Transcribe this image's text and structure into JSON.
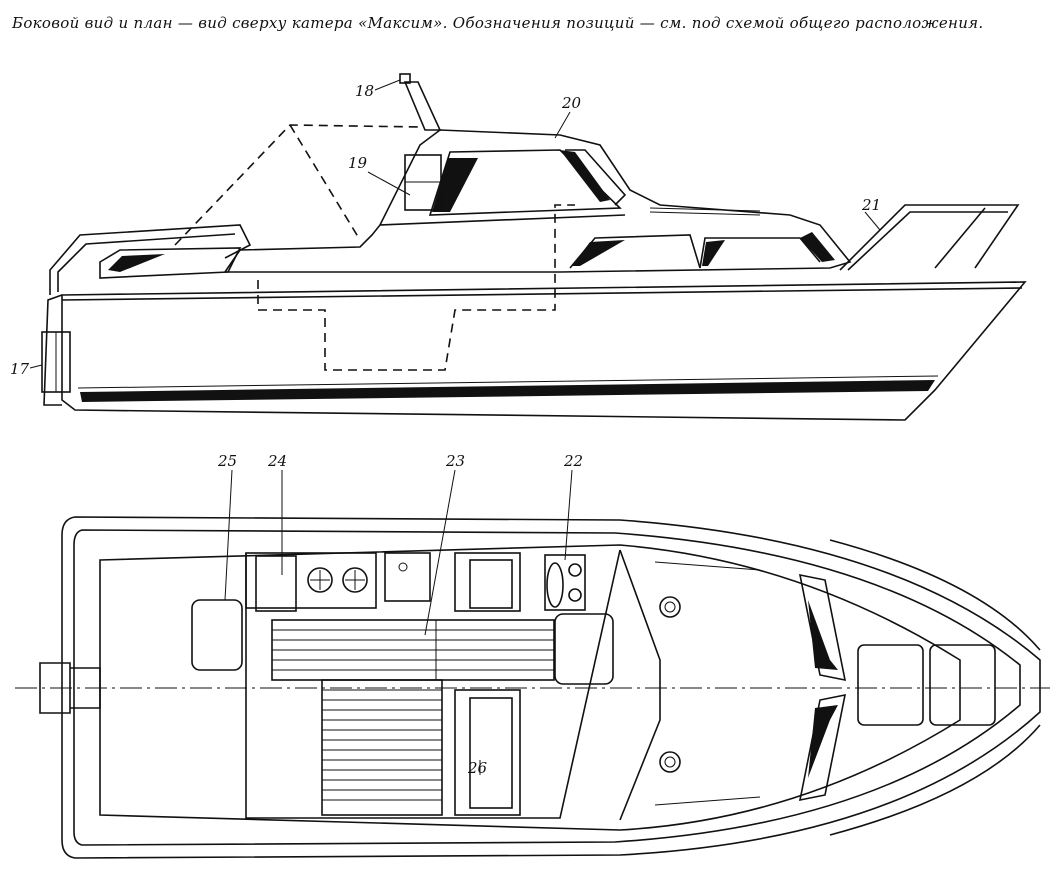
{
  "caption": "Боковой вид и план — вид сверху катера «Максим». Обозначения позиций — см. под схемой общего расположения.",
  "labels": {
    "n17": "17",
    "n18": "18",
    "n19": "19",
    "n20": "20",
    "n21": "21",
    "n22": "22",
    "n23": "23",
    "n24": "24",
    "n25": "25",
    "n26": "26"
  }
}
